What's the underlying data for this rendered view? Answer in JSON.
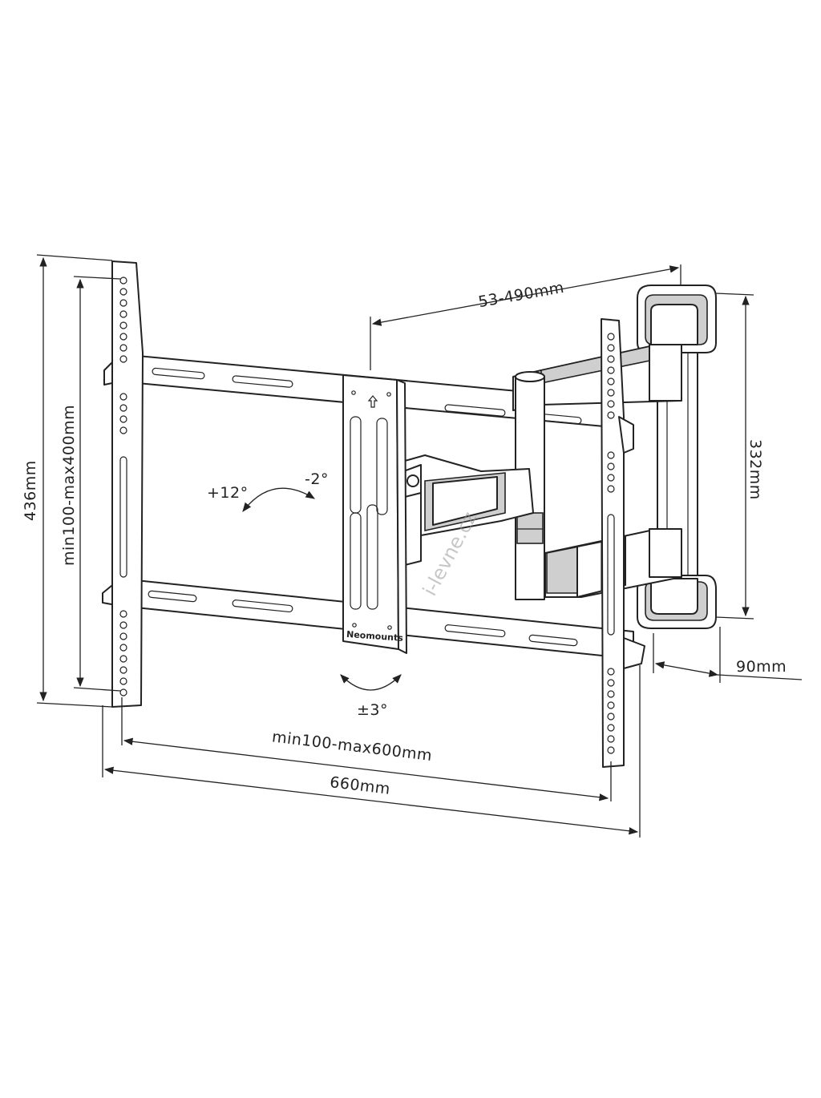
{
  "dimensions": {
    "total_height": "436mm",
    "vertical_hole_range": "min100-max400mm",
    "arm_extension": "53-490mm",
    "wall_plate_height": "332mm",
    "wall_depth": "90mm",
    "horizontal_hole_range": "min100-max600mm",
    "total_width": "660mm"
  },
  "angles": {
    "tilt_up": "+12°",
    "tilt_down": "-2°",
    "rotation": "±3°"
  },
  "brand_label": "Neomounts",
  "watermark": "i-levne.cz",
  "colors": {
    "line": "#222222",
    "shade": "#cfcfcf",
    "background": "#ffffff"
  }
}
